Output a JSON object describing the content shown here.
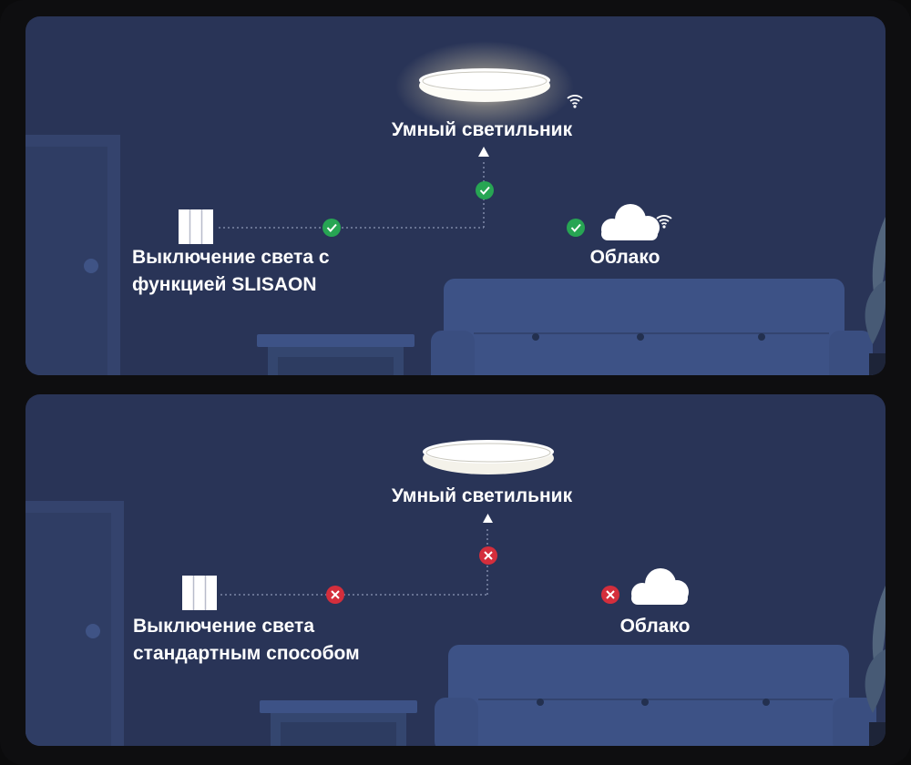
{
  "panels": [
    {
      "id": "slisaon",
      "lamp_label": "Умный светильник",
      "switch_label_line1": "Выключение света с",
      "switch_label_line2": "функцией SLISAON",
      "cloud_label": "Облако",
      "connection_status": "ok",
      "lamp_glow": true,
      "wifi_shown": true
    },
    {
      "id": "standard",
      "lamp_label": "Умный светильник",
      "switch_label_line1": "Выключение света",
      "switch_label_line2": "стандартным способом",
      "cloud_label": "Облако",
      "connection_status": "fail",
      "lamp_glow": false,
      "wifi_shown": false
    }
  ],
  "colors": {
    "background": "#293457",
    "furniture": "#3d5286",
    "door": "#34436d",
    "ok": "#27a553",
    "fail": "#d42e3c",
    "text": "#ffffff"
  },
  "icons": {
    "ok": "check-icon",
    "fail": "cross-icon",
    "lamp": "ceiling-lamp-icon",
    "switch": "wall-switch-icon",
    "cloud": "cloud-icon",
    "wifi": "wifi-icon"
  }
}
